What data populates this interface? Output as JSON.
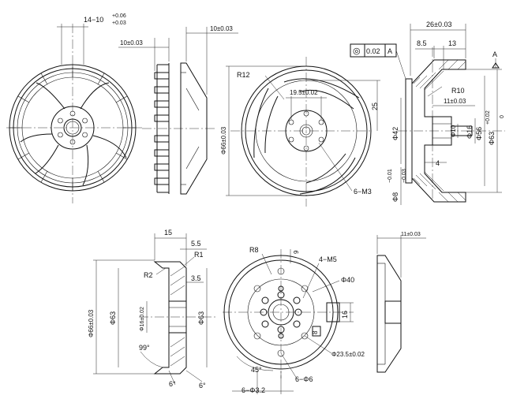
{
  "labels": {
    "d1": "14−10",
    "d1_up": "+0.06",
    "d1_lo": "+0.03",
    "d2": "10±0.03",
    "d3": "10±0.03",
    "d4": "26±0.03",
    "d5": "8.5",
    "d6": "13",
    "d7": "R12",
    "d8": "19.5±0.02",
    "d9": "25",
    "d10": "Φ66±0.03",
    "d11": "6−M3",
    "d12": "R10",
    "d13": "11±0.03",
    "d14": "Φ42",
    "d15": "Φ10",
    "d16": "Φ16",
    "d17": "Φ56",
    "d18": "Φ63",
    "d18_up": "+0.02",
    "d18_lo": "0",
    "d19": "4",
    "d20": "Φ8",
    "d20_up": "−0.01",
    "d20_lo": "−0.03",
    "tol_sym": "◎",
    "tol_val": "0.02",
    "tol_ref": "A",
    "datum": "A",
    "d21": "15",
    "d22": "5.5",
    "d23": "R1",
    "d24": "R2",
    "d25": "3.5",
    "d26": "Φ66±0.03",
    "d27": "Φ63",
    "d28": "Φ16±0.02",
    "d29": "Φ63",
    "d30": "99°",
    "d31": "6°",
    "d32": "6°",
    "d33": "R8",
    "d34": "9",
    "d35": "4−M5",
    "d36": "Φ40",
    "d37": "16",
    "d38": "8",
    "d39": "Φ23.5±0.02",
    "d40": "45°",
    "d41": "6−Φ6",
    "d42": "6−Φ3.2",
    "d43": "11±0.03"
  }
}
